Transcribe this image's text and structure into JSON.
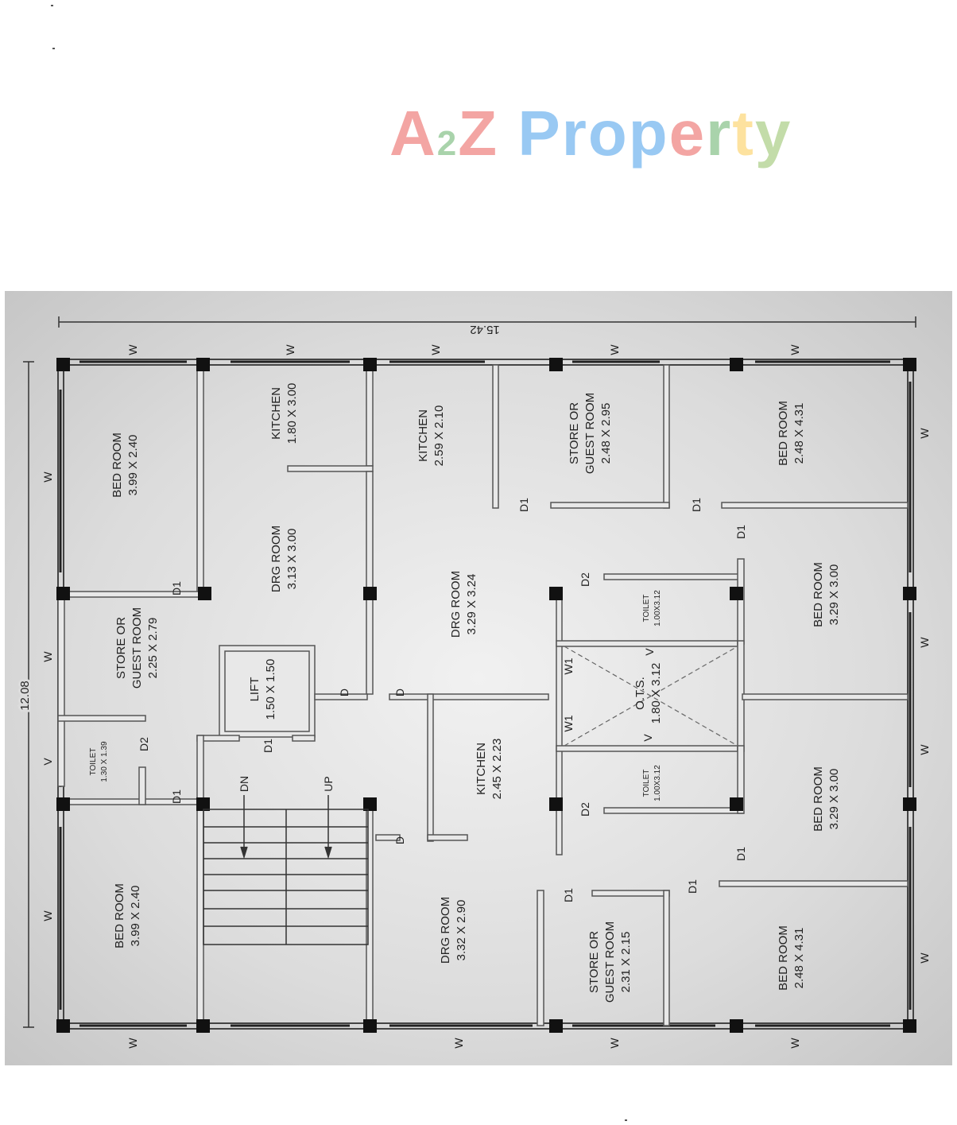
{
  "watermark": {
    "parts": [
      "A",
      "2",
      "Z",
      " ",
      "P",
      "r",
      "o",
      "p",
      "e",
      "r",
      "t",
      "y"
    ]
  },
  "dimensions": {
    "overall_width": "15.42",
    "overall_depth": "12.08"
  },
  "rooms": {
    "bed_room_top_left": {
      "name": "BED ROOM",
      "size": "3.99 X 2.40"
    },
    "kitchen_top_1": {
      "name": "KITCHEN",
      "size": "1.80 X 3.00"
    },
    "drg_room_1": {
      "name": "DRG ROOM",
      "size": "3.13 X 3.00"
    },
    "kitchen_top_2": {
      "name": "KITCHEN",
      "size": "2.59 X 2.10"
    },
    "store_guest_top": {
      "name1": "STORE OR",
      "name2": "GUEST ROOM",
      "size": "2.48 X 2.95"
    },
    "bed_room_top_right": {
      "name": "BED ROOM",
      "size": "2.48 X 4.31"
    },
    "store_guest_left": {
      "name1": "STORE OR",
      "name2": "GUEST ROOM",
      "size": "2.25 X 2.79"
    },
    "toilet_left": {
      "name": "TOILET",
      "size": "1.30 X 1.39"
    },
    "lift": {
      "name": "LIFT",
      "size": "1.50 X 1.50"
    },
    "drg_room_2": {
      "name": "DRG ROOM",
      "size": "3.29 X 3.24"
    },
    "toilet_top_mid": {
      "name": "TOILET",
      "size": "1.00X3.12"
    },
    "ots": {
      "name": "O.T.S.",
      "size": "1.80 X 3.12"
    },
    "toilet_bottom_mid": {
      "name": "TOILET",
      "size": "1.00X3.12"
    },
    "bed_room_mid_right_1": {
      "name": "BED ROOM",
      "size": "3.29 X 3.00"
    },
    "bed_room_mid_right_2": {
      "name": "BED ROOM",
      "size": "3.29 X 3.00"
    },
    "kitchen_bottom": {
      "name": "KITCHEN",
      "size": "2.45 X 2.23"
    },
    "bed_room_bottom_left": {
      "name": "BED ROOM",
      "size": "3.99 X 2.40"
    },
    "drg_room_3": {
      "name": "DRG ROOM",
      "size": "3.32 X 2.90"
    },
    "store_guest_bottom": {
      "name1": "STORE OR",
      "name2": "GUEST ROOM",
      "size": "2.31 X 2.15"
    },
    "bed_room_bottom_right": {
      "name": "BED ROOM",
      "size": "2.48 X 4.31"
    }
  },
  "stairs": {
    "down": "DN",
    "up": "UP"
  },
  "codes": {
    "window": "W",
    "ventilator": "V",
    "door1": "D1",
    "door2": "D2",
    "door": "D",
    "window1": "W1"
  }
}
